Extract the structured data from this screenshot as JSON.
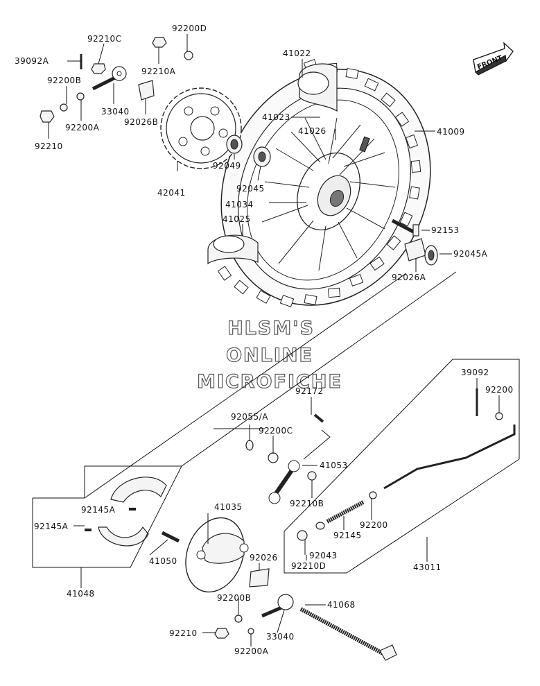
{
  "watermark": {
    "line1": "HLSM'S",
    "line2": "ONLINE",
    "line3": "MICROFICHE"
  },
  "front_arrow_label": "FRONT",
  "labels": {
    "p39092A": "39092A",
    "p92210C": "92210C",
    "p92200D": "92200D",
    "p92210A": "92210A",
    "p92200B_top": "92200B",
    "p33040_top": "33040",
    "p92026B": "92026B",
    "p92200A_top": "92200A",
    "p92210_top": "92210",
    "p41022": "41022",
    "p41023": "41023",
    "p41026": "41026",
    "p41009": "41009",
    "p92049": "92049",
    "p42041": "42041",
    "p92045": "92045",
    "p41034": "41034",
    "p41025": "41025",
    "p92153": "92153",
    "p92045A": "92045A",
    "p92026A": "92026A",
    "p92172": "92172",
    "p39092": "39092",
    "p92200": "92200",
    "p92055": "92055/A",
    "p92200C": "92200C",
    "p41053": "41053",
    "p92210B": "92210B",
    "p92145A_1": "92145A",
    "p92145A_2": "92145A",
    "p41035": "41035",
    "p92145": "92145",
    "p92200_low": "92200",
    "p43011": "43011",
    "p41050": "41050",
    "p92043": "92043",
    "p92210D": "92210D",
    "p92026": "92026",
    "p41048": "41048",
    "p92200B_low": "92200B",
    "p41068": "41068",
    "p92210_low": "92210",
    "p33040_low": "33040",
    "p92200A_low": "92200A"
  }
}
